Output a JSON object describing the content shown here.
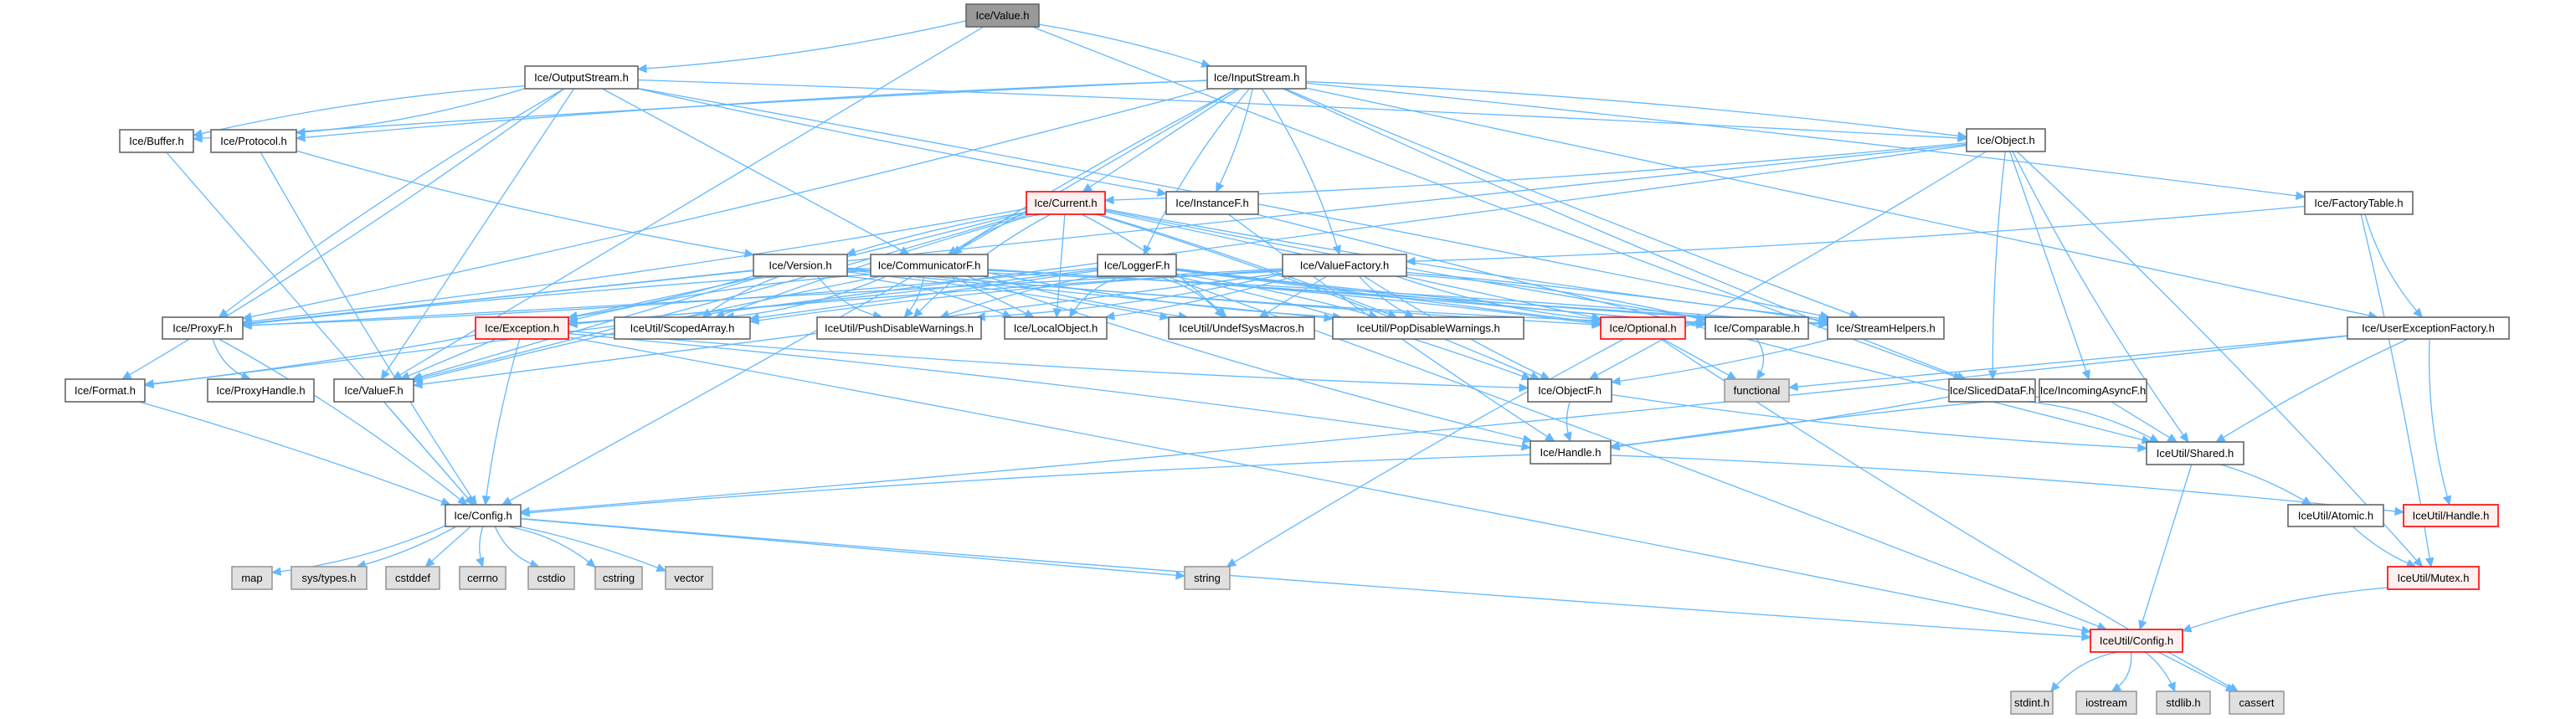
{
  "diagram": {
    "title": "Ice/Value.h include dependency graph",
    "colors": {
      "edge": "#63b8ff",
      "root_fill": "#999999",
      "red_border": "#ff0000",
      "red_fill": "#fff0f0",
      "external_fill": "#e0e0e0"
    },
    "nodes": [
      {
        "id": "value",
        "label": "Ice/Value.h",
        "kind": "root"
      },
      {
        "id": "outputstream",
        "label": "Ice/OutputStream.h",
        "kind": "normal"
      },
      {
        "id": "inputstream",
        "label": "Ice/InputStream.h",
        "kind": "normal"
      },
      {
        "id": "buffer",
        "label": "Ice/Buffer.h",
        "kind": "normal"
      },
      {
        "id": "protocol",
        "label": "Ice/Protocol.h",
        "kind": "normal"
      },
      {
        "id": "object",
        "label": "Ice/Object.h",
        "kind": "normal"
      },
      {
        "id": "current",
        "label": "Ice/Current.h",
        "kind": "red"
      },
      {
        "id": "instancef",
        "label": "Ice/InstanceF.h",
        "kind": "normal"
      },
      {
        "id": "factorytable",
        "label": "Ice/FactoryTable.h",
        "kind": "normal"
      },
      {
        "id": "version",
        "label": "Ice/Version.h",
        "kind": "normal"
      },
      {
        "id": "communicatorf",
        "label": "Ice/CommunicatorF.h",
        "kind": "normal"
      },
      {
        "id": "loggerf",
        "label": "Ice/LoggerF.h",
        "kind": "normal"
      },
      {
        "id": "valuefactory",
        "label": "Ice/ValueFactory.h",
        "kind": "normal"
      },
      {
        "id": "proxyf",
        "label": "Ice/ProxyF.h",
        "kind": "normal"
      },
      {
        "id": "exception",
        "label": "Ice/Exception.h",
        "kind": "red"
      },
      {
        "id": "scopedarray",
        "label": "IceUtil/ScopedArray.h",
        "kind": "normal"
      },
      {
        "id": "pushdisable",
        "label": "IceUtil/PushDisableWarnings.h",
        "kind": "normal"
      },
      {
        "id": "localobject",
        "label": "Ice/LocalObject.h",
        "kind": "normal"
      },
      {
        "id": "undefsysmacros",
        "label": "IceUtil/UndefSysMacros.h",
        "kind": "normal"
      },
      {
        "id": "popdisable",
        "label": "IceUtil/PopDisableWarnings.h",
        "kind": "normal"
      },
      {
        "id": "optional",
        "label": "Ice/Optional.h",
        "kind": "red"
      },
      {
        "id": "comparable",
        "label": "Ice/Comparable.h",
        "kind": "normal"
      },
      {
        "id": "streamhelpers",
        "label": "Ice/StreamHelpers.h",
        "kind": "normal"
      },
      {
        "id": "userexceptionfactory",
        "label": "Ice/UserExceptionFactory.h",
        "kind": "normal"
      },
      {
        "id": "format",
        "label": "Ice/Format.h",
        "kind": "normal"
      },
      {
        "id": "proxyhandle",
        "label": "Ice/ProxyHandle.h",
        "kind": "normal"
      },
      {
        "id": "valuef",
        "label": "Ice/ValueF.h",
        "kind": "normal"
      },
      {
        "id": "objectf",
        "label": "Ice/ObjectF.h",
        "kind": "normal"
      },
      {
        "id": "functional",
        "label": "functional",
        "kind": "external"
      },
      {
        "id": "sliceddataf",
        "label": "Ice/SlicedDataF.h",
        "kind": "normal"
      },
      {
        "id": "incomingasyncf",
        "label": "Ice/IncomingAsyncF.h",
        "kind": "normal"
      },
      {
        "id": "handle",
        "label": "Ice/Handle.h",
        "kind": "normal"
      },
      {
        "id": "shared",
        "label": "IceUtil/Shared.h",
        "kind": "normal"
      },
      {
        "id": "config",
        "label": "Ice/Config.h",
        "kind": "normal"
      },
      {
        "id": "atomic",
        "label": "IceUtil/Atomic.h",
        "kind": "normal"
      },
      {
        "id": "iuhandle",
        "label": "IceUtil/Handle.h",
        "kind": "red"
      },
      {
        "id": "mutex",
        "label": "IceUtil/Mutex.h",
        "kind": "red"
      },
      {
        "id": "map",
        "label": "map",
        "kind": "external"
      },
      {
        "id": "systypes",
        "label": "sys/types.h",
        "kind": "external"
      },
      {
        "id": "cstddef",
        "label": "cstddef",
        "kind": "external"
      },
      {
        "id": "cerrno",
        "label": "cerrno",
        "kind": "external"
      },
      {
        "id": "cstdio",
        "label": "cstdio",
        "kind": "external"
      },
      {
        "id": "cstring",
        "label": "cstring",
        "kind": "external"
      },
      {
        "id": "vector",
        "label": "vector",
        "kind": "external"
      },
      {
        "id": "string",
        "label": "string",
        "kind": "external"
      },
      {
        "id": "iuconfig",
        "label": "IceUtil/Config.h",
        "kind": "red"
      },
      {
        "id": "stdint",
        "label": "stdint.h",
        "kind": "external"
      },
      {
        "id": "iostream",
        "label": "iostream",
        "kind": "external"
      },
      {
        "id": "stdlib",
        "label": "stdlib.h",
        "kind": "external"
      },
      {
        "id": "cassert",
        "label": "cassert",
        "kind": "external"
      }
    ],
    "edges": [
      [
        "value",
        "outputstream"
      ],
      [
        "value",
        "inputstream"
      ],
      [
        "value",
        "valuef"
      ],
      [
        "value",
        "sliceddataf"
      ],
      [
        "outputstream",
        "buffer"
      ],
      [
        "outputstream",
        "protocol"
      ],
      [
        "outputstream",
        "object"
      ],
      [
        "outputstream",
        "communicatorf"
      ],
      [
        "outputstream",
        "instancef"
      ],
      [
        "outputstream",
        "proxyf"
      ],
      [
        "outputstream",
        "format"
      ],
      [
        "outputstream",
        "streamhelpers"
      ],
      [
        "outputstream",
        "valuef"
      ],
      [
        "inputstream",
        "buffer"
      ],
      [
        "inputstream",
        "protocol"
      ],
      [
        "inputstream",
        "object"
      ],
      [
        "inputstream",
        "instancef"
      ],
      [
        "inputstream",
        "current"
      ],
      [
        "inputstream",
        "communicatorf"
      ],
      [
        "inputstream",
        "loggerf"
      ],
      [
        "inputstream",
        "valuefactory"
      ],
      [
        "inputstream",
        "factorytable"
      ],
      [
        "inputstream",
        "userexceptionfactory"
      ],
      [
        "inputstream",
        "streamhelpers"
      ],
      [
        "inputstream",
        "sliceddataf"
      ],
      [
        "inputstream",
        "proxyf"
      ],
      [
        "inputstream",
        "config"
      ],
      [
        "buffer",
        "config"
      ],
      [
        "protocol",
        "config"
      ],
      [
        "protocol",
        "version"
      ],
      [
        "object",
        "current"
      ],
      [
        "object",
        "objectf"
      ],
      [
        "object",
        "incomingasyncf"
      ],
      [
        "object",
        "sliceddataf"
      ],
      [
        "object",
        "shared"
      ],
      [
        "object",
        "mutex"
      ],
      [
        "object",
        "format"
      ],
      [
        "object",
        "proxyf"
      ],
      [
        "current",
        "version"
      ],
      [
        "current",
        "communicatorf"
      ],
      [
        "current",
        "proxyf"
      ],
      [
        "current",
        "exception"
      ],
      [
        "current",
        "localobject"
      ],
      [
        "current",
        "scopedarray"
      ],
      [
        "current",
        "pushdisable"
      ],
      [
        "current",
        "undefsysmacros"
      ],
      [
        "current",
        "popdisable"
      ],
      [
        "current",
        "optional"
      ],
      [
        "current",
        "comparable"
      ],
      [
        "current",
        "streamhelpers"
      ],
      [
        "current",
        "objectf"
      ],
      [
        "current",
        "valuef"
      ],
      [
        "instancef",
        "shared"
      ],
      [
        "instancef",
        "handle"
      ],
      [
        "factorytable",
        "userexceptionfactory"
      ],
      [
        "factorytable",
        "valuefactory"
      ],
      [
        "factorytable",
        "mutex"
      ],
      [
        "version",
        "proxyf"
      ],
      [
        "version",
        "scopedarray"
      ],
      [
        "version",
        "pushdisable"
      ],
      [
        "version",
        "localobject"
      ],
      [
        "version",
        "undefsysmacros"
      ],
      [
        "version",
        "popdisable"
      ],
      [
        "version",
        "optional"
      ],
      [
        "version",
        "comparable"
      ],
      [
        "version",
        "streamhelpers"
      ],
      [
        "version",
        "exception"
      ],
      [
        "version",
        "valuef"
      ],
      [
        "communicatorf",
        "proxyf"
      ],
      [
        "communicatorf",
        "exception"
      ],
      [
        "communicatorf",
        "scopedarray"
      ],
      [
        "communicatorf",
        "pushdisable"
      ],
      [
        "communicatorf",
        "localobject"
      ],
      [
        "communicatorf",
        "undefsysmacros"
      ],
      [
        "communicatorf",
        "popdisable"
      ],
      [
        "communicatorf",
        "optional"
      ],
      [
        "communicatorf",
        "comparable"
      ],
      [
        "communicatorf",
        "streamhelpers"
      ],
      [
        "communicatorf",
        "valuef"
      ],
      [
        "communicatorf",
        "handle"
      ],
      [
        "loggerf",
        "proxyf"
      ],
      [
        "loggerf",
        "exception"
      ],
      [
        "loggerf",
        "scopedarray"
      ],
      [
        "loggerf",
        "pushdisable"
      ],
      [
        "loggerf",
        "localobject"
      ],
      [
        "loggerf",
        "undefsysmacros"
      ],
      [
        "loggerf",
        "popdisable"
      ],
      [
        "loggerf",
        "optional"
      ],
      [
        "loggerf",
        "comparable"
      ],
      [
        "loggerf",
        "streamhelpers"
      ],
      [
        "loggerf",
        "objectf"
      ],
      [
        "loggerf",
        "iuconfig"
      ],
      [
        "valuefactory",
        "proxyf"
      ],
      [
        "valuefactory",
        "exception"
      ],
      [
        "valuefactory",
        "scopedarray"
      ],
      [
        "valuefactory",
        "pushdisable"
      ],
      [
        "valuefactory",
        "localobject"
      ],
      [
        "valuefactory",
        "undefsysmacros"
      ],
      [
        "valuefactory",
        "popdisable"
      ],
      [
        "valuefactory",
        "optional"
      ],
      [
        "valuefactory",
        "comparable"
      ],
      [
        "valuefactory",
        "streamhelpers"
      ],
      [
        "valuefactory",
        "valuef"
      ],
      [
        "valuefactory",
        "objectf"
      ],
      [
        "proxyf",
        "proxyhandle"
      ],
      [
        "proxyf",
        "config"
      ],
      [
        "exception",
        "format"
      ],
      [
        "exception",
        "valuef"
      ],
      [
        "exception",
        "config"
      ],
      [
        "exception",
        "objectf"
      ],
      [
        "exception",
        "handle"
      ],
      [
        "exception",
        "iuconfig"
      ],
      [
        "optional",
        "functional"
      ],
      [
        "optional",
        "string"
      ],
      [
        "optional",
        "cassert"
      ],
      [
        "comparable",
        "functional"
      ],
      [
        "streamhelpers",
        "objectf"
      ],
      [
        "userexceptionfactory",
        "functional"
      ],
      [
        "userexceptionfactory",
        "shared"
      ],
      [
        "userexceptionfactory",
        "iuhandle"
      ],
      [
        "userexceptionfactory",
        "config"
      ],
      [
        "format",
        "config"
      ],
      [
        "valuef",
        "config"
      ],
      [
        "objectf",
        "handle"
      ],
      [
        "objectf",
        "shared"
      ],
      [
        "sliceddataf",
        "shared"
      ],
      [
        "sliceddataf",
        "handle"
      ],
      [
        "incomingasyncf",
        "shared"
      ],
      [
        "incomingasyncf",
        "handle"
      ],
      [
        "handle",
        "config"
      ],
      [
        "handle",
        "iuhandle"
      ],
      [
        "shared",
        "atomic"
      ],
      [
        "shared",
        "iuconfig"
      ],
      [
        "atomic",
        "mutex"
      ],
      [
        "mutex",
        "iuconfig"
      ],
      [
        "config",
        "map"
      ],
      [
        "config",
        "systypes"
      ],
      [
        "config",
        "cstddef"
      ],
      [
        "config",
        "cerrno"
      ],
      [
        "config",
        "cstdio"
      ],
      [
        "config",
        "cstring"
      ],
      [
        "config",
        "vector"
      ],
      [
        "config",
        "string"
      ],
      [
        "config",
        "iuconfig"
      ],
      [
        "iuconfig",
        "stdint"
      ],
      [
        "iuconfig",
        "iostream"
      ],
      [
        "iuconfig",
        "stdlib"
      ],
      [
        "iuconfig",
        "cassert"
      ]
    ]
  }
}
